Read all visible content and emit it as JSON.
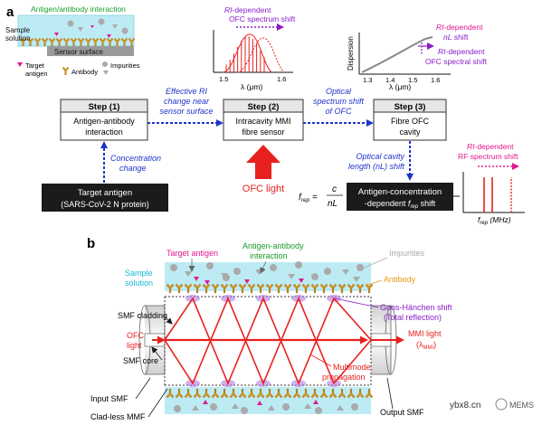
{
  "panel_a": {
    "label": "a",
    "sample_interaction": "Antigen/antibody interaction",
    "sample_solution": "Sample solution",
    "sensor_surface": "Sensor surface",
    "legend_target": "Target antigen",
    "legend_antibody": "Antibody",
    "legend_impurities": "Impurities",
    "spectrum_title_ri": "RI-",
    "spectrum_title_rest": "dependent",
    "spectrum_title_line2": "OFC spectrum shift",
    "spectrum_xlabel": "λ (μm)",
    "spectrum_tick_1": "1.5",
    "spectrum_tick_2": "1.6",
    "dispersion_ylabel": "Dispersion",
    "dispersion_xlabel": "λ (μm)",
    "dispersion_ticks": [
      "1.3",
      "1.4",
      "1.5",
      "1.6"
    ],
    "disp_ann1_ri": "RI-",
    "disp_ann1_rest": "dependent",
    "disp_ann1_line2": "nL shift",
    "disp_ann2_ri": "RI-",
    "disp_ann2_rest": "dependent",
    "disp_ann2_line2": "OFC spectral shift",
    "step1_title": "Step (1)",
    "step1_body": "Antigen-antibody interaction",
    "step2_title": "Step (2)",
    "step2_body_1": "Intracavity MMI",
    "step2_body_2": "fibre sensor",
    "step3_title": "Step (3)",
    "step3_body_1": "Fibre OFC",
    "step3_body_2": "cavity",
    "arrow_12_line1": "Effective RI",
    "arrow_12_line2": "change near",
    "arrow_12_line3": "sensor surface",
    "arrow_23_line1": "Optical",
    "arrow_23_line2": "spectrum shift",
    "arrow_23_line3": "of OFC",
    "conc_line1": "Concentration",
    "conc_line2": "change",
    "target_line1": "Target antigen",
    "target_line2": "(SARS-CoV-2 N protein)",
    "ofc_light": "OFC light",
    "cavity_line1": "Optical cavity",
    "cavity_line2": "length (nL) shift",
    "frep_eq_left": "f",
    "frep_eq_sub": "rep",
    "frep_eq_num": "c",
    "frep_eq_den": "nL",
    "output_line1": "Antigen-concentration",
    "output_line2a": "-dependent f",
    "output_line2_sub": "rep",
    "output_line2b": " shift",
    "rf_title_ri": "RI-",
    "rf_title_rest": "dependent",
    "rf_title_line2": "RF spectrum shift",
    "rf_xlabel": "f",
    "rf_xlabel_sub": "rep",
    "rf_xlabel_unit": " (MHz)"
  },
  "panel_b": {
    "label": "b",
    "target_antigen": "Target antigen",
    "interaction_line1": "Antigen-antibody",
    "interaction_line2": "interaction",
    "impurities": "Impurities",
    "sample_line1": "Sample",
    "sample_line2": "solution",
    "antibody": "Antibody",
    "smf_cladding": "SMF cladding",
    "goos_line1": "Goos-Hänchen shift",
    "goos_line2": "(Total reflection)",
    "ofc_line1": "OFC",
    "ofc_line2": "light",
    "mmi_line1": "MMI light",
    "mmi_line2": "(λ",
    "mmi_sub": "MMI",
    "mmi_line2_end": ")",
    "smf_core": "SMF core",
    "multimode_line1": "Multimode",
    "multimode_line2": "propagation",
    "input_smf": "Input SMF",
    "cladless_mmf": "Clad-less MMF",
    "output_smf": "Output SMF"
  },
  "watermark": {
    "site": "ybx8.cn",
    "brand": "MEMS"
  },
  "colors": {
    "blue": "#1f33c8",
    "purple": "#8a1cc9",
    "magenta": "#e0198f",
    "red": "#e8211f",
    "green": "#1a9c2a",
    "cyan": "#15b7d6",
    "orange": "#e69a12",
    "gray": "#9a9a9a",
    "dark": "#1b1b1b"
  }
}
